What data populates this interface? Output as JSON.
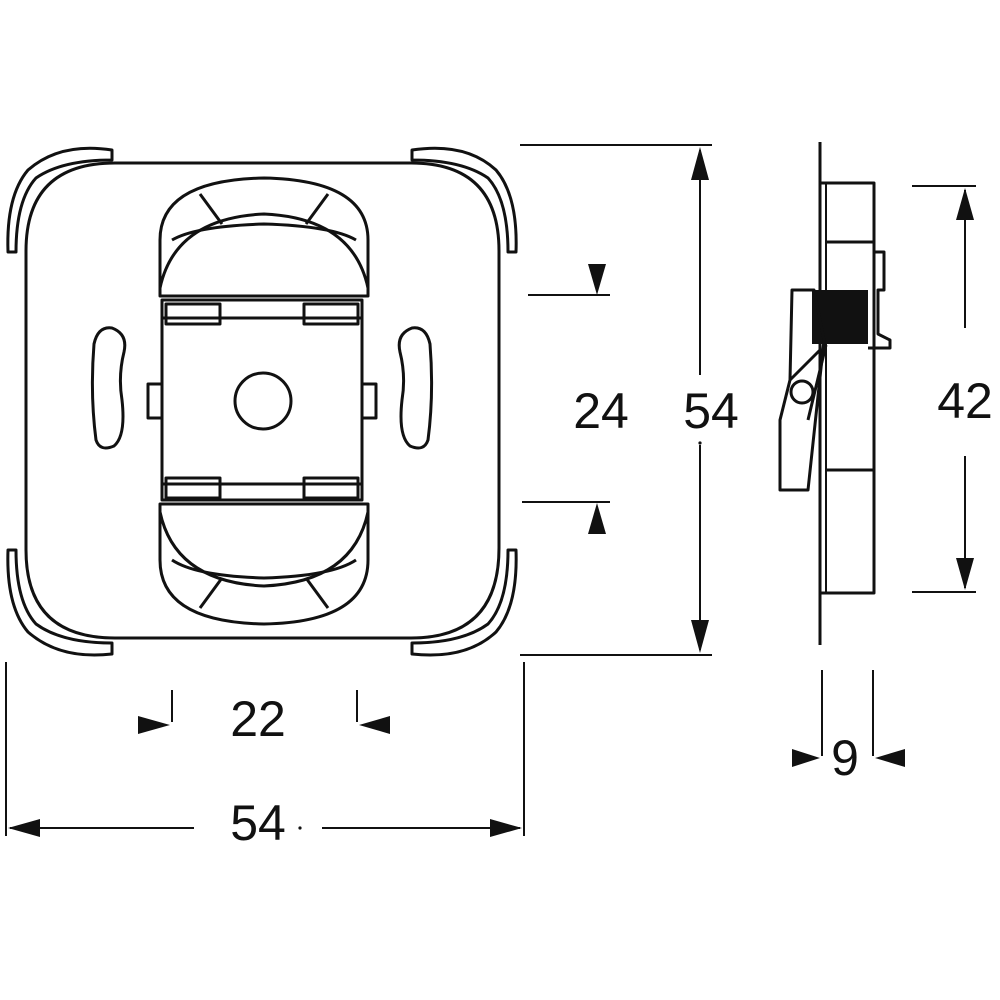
{
  "dimensions": {
    "gap_height": "24",
    "overall_height": "54",
    "depth_height": "42",
    "gap_width": "22",
    "overall_width": "54",
    "depth": "9"
  }
}
